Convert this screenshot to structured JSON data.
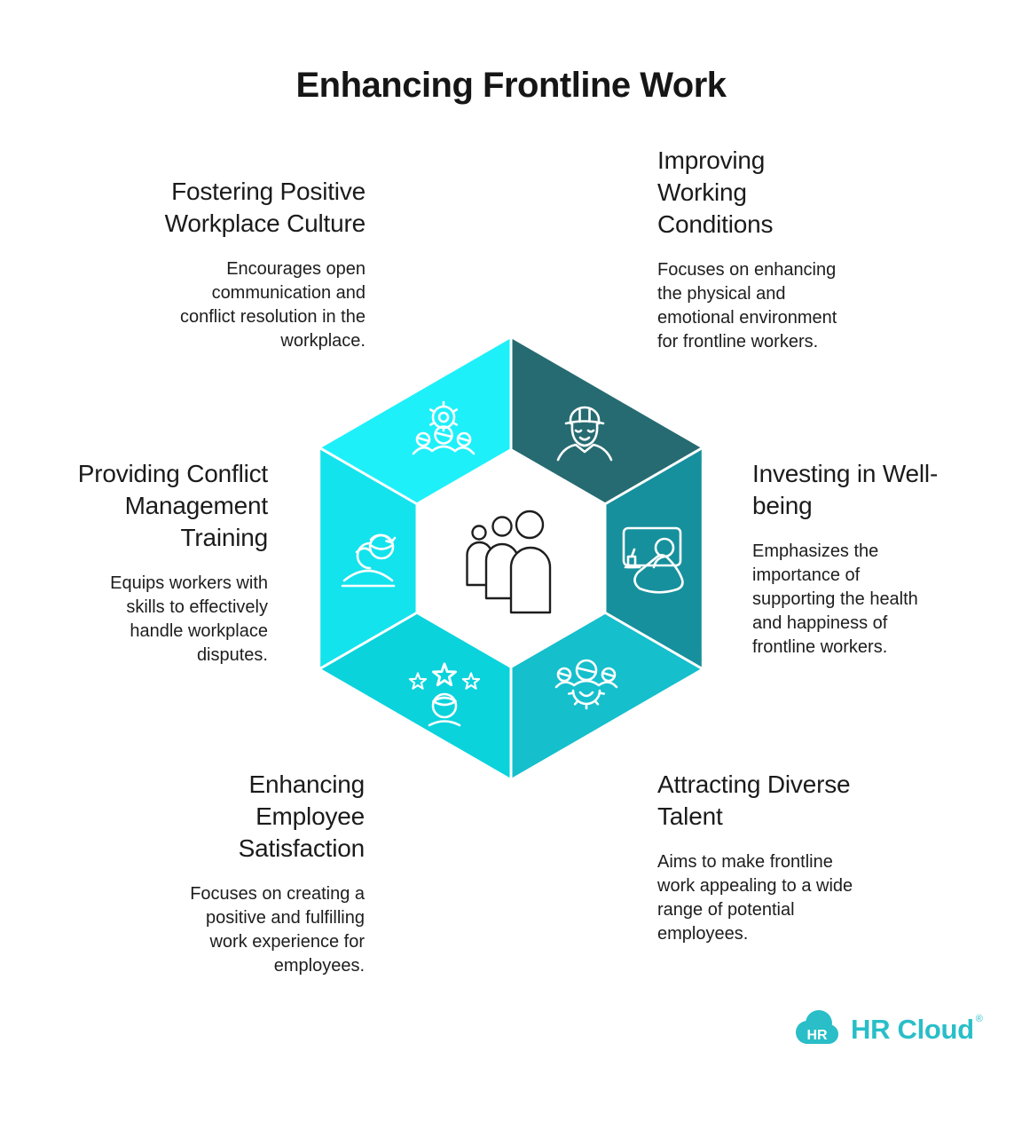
{
  "title": "Enhancing Frontline Work",
  "sections": {
    "workplace_culture": {
      "heading": "Fostering Positive\nWorkplace Culture",
      "body": "Encourages open\ncommunication and\nconflict resolution in the\nworkplace."
    },
    "working_conditions": {
      "heading": "Improving\nWorking\nConditions",
      "body": "Focuses on enhancing\nthe physical and\nemotional environment\nfor frontline workers."
    },
    "conflict_training": {
      "heading": "Providing Conflict\nManagement\nTraining",
      "body": "Equips workers with\nskills to effectively\nhandle workplace\ndisputes."
    },
    "well_being": {
      "heading": "Investing in Well-\nbeing",
      "body": "Emphasizes the\nimportance of\nsupporting the health\nand happiness of\nfrontline workers."
    },
    "employee_satisfaction": {
      "heading": "Enhancing\nEmployee\nSatisfaction",
      "body": "Focuses on creating a\npositive and fulfilling\nwork experience for\nemployees."
    },
    "diverse_talent": {
      "heading": "Attracting Diverse\nTalent",
      "body": "Aims to make frontline\nwork appealing to a wide\nrange of potential\nemployees."
    }
  },
  "hexagon": {
    "colors": {
      "top_left": "#1EF0FA",
      "top_right": "#266B71",
      "right": "#16909C",
      "bottom_right": "#15BFCC",
      "bottom_left": "#0AD3DC",
      "left": "#13E3ED",
      "center": "#FFFFFF",
      "icon_stroke": "#FFFFFF",
      "center_icon_stroke": "#1E1E1E",
      "divider": "#FFFFFF"
    },
    "icons": {
      "top_left": "gear-team-icon",
      "top_right": "worker-hardhat-icon",
      "right": "person-relaxing-icon",
      "bottom_right": "team-gear-icon",
      "bottom_left": "stars-person-icon",
      "left": "person-refresh-icon",
      "center": "people-group-icon"
    }
  },
  "logo": {
    "badge": "HR",
    "wordmark": "HR Cloud",
    "registered": "®",
    "color": "#29BEC8"
  }
}
